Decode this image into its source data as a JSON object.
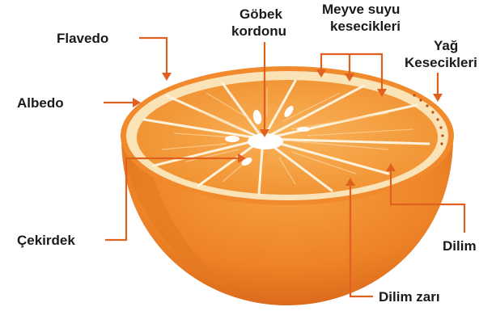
{
  "labels": {
    "flavedo": "Flavedo",
    "albedo": "Albedo",
    "gobek_line1": "Göbek",
    "gobek_line2": "kordonu",
    "meyve_line1": "Meyve suyu",
    "meyve_line2": "kesecikleri",
    "yag_line1": "Yağ",
    "yag_line2": "Kesecikleri",
    "cekirdek": "Çekirdek",
    "dilim": "Dilim",
    "dilim_zari": "Dilim zarı"
  },
  "colors": {
    "leader": "#e0601f",
    "peel": "#f08a2c",
    "peel_dark": "#d9691b",
    "albedo": "#fbe3b8",
    "flesh": "#f59a36",
    "membrane": "#fdf2dc",
    "core": "#ffffff"
  }
}
